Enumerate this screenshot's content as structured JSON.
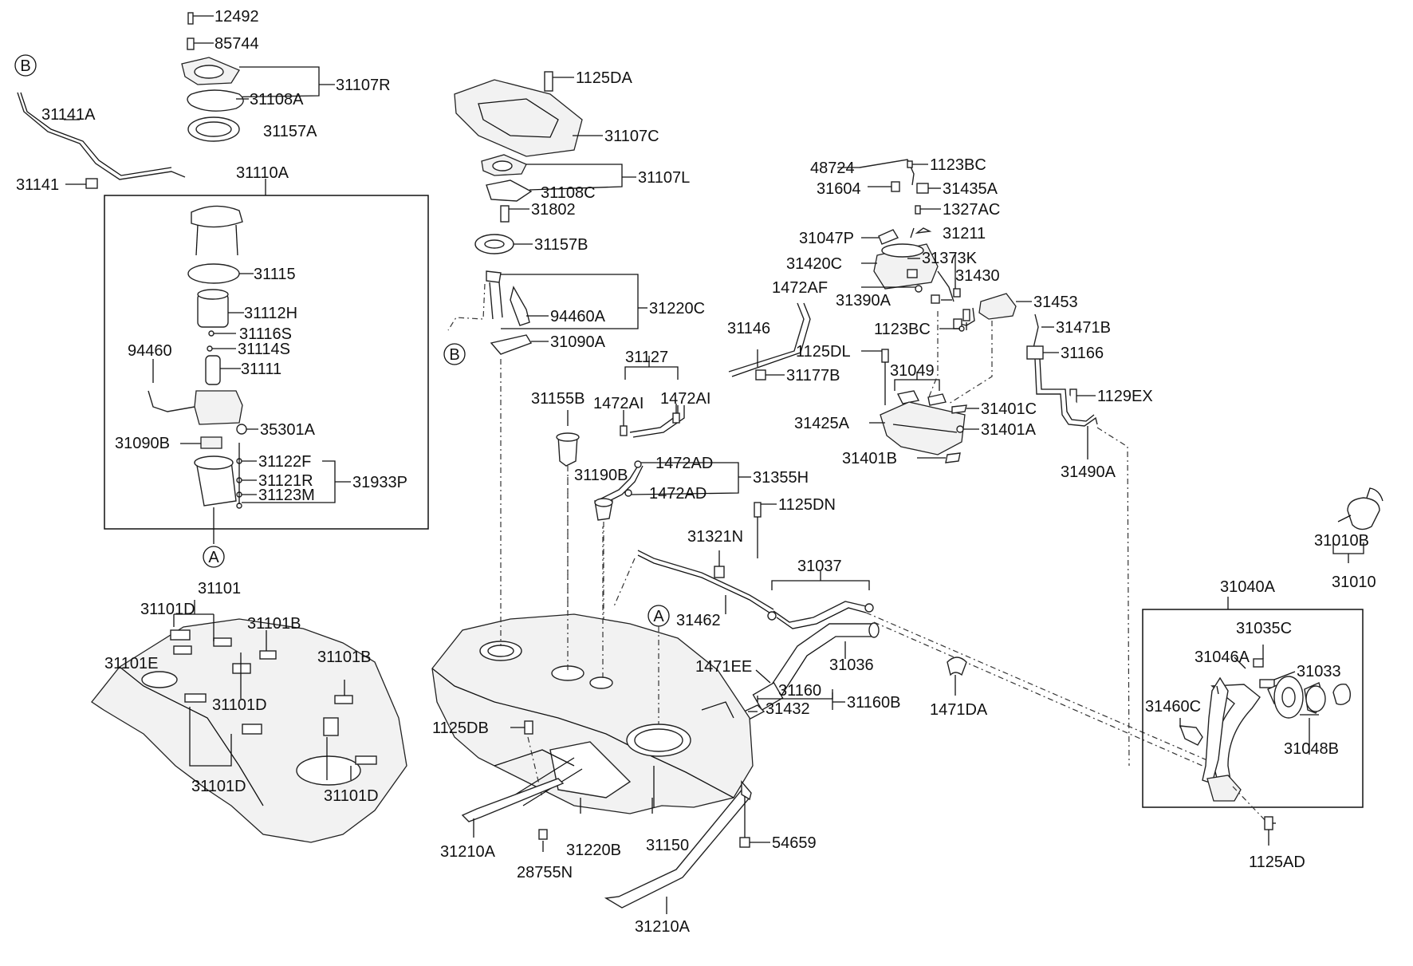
{
  "labels": {
    "l12492": "12492",
    "l85744": "85744",
    "l31107R": "31107R",
    "l31108A": "31108A",
    "l31157A": "31157A",
    "l31141A": "31141A",
    "l31141": "31141",
    "l31110A": "31110A",
    "l31115": "31115",
    "l31112H": "31112H",
    "l31116S": "31116S",
    "l31114S": "31114S",
    "l94460": "94460",
    "l31111": "31111",
    "l35301A": "35301A",
    "l31090B": "31090B",
    "l31122F": "31122F",
    "l31121R": "31121R",
    "l31123M": "31123M",
    "l31933P": "31933P",
    "l31101": "31101",
    "l31101D_a": "31101D",
    "l31101B_a": "31101B",
    "l31101E": "31101E",
    "l31101B_b": "31101B",
    "l31101D_b": "31101D",
    "l31101D_c": "31101D",
    "l31101D_d": "31101D",
    "l1125DA": "1125DA",
    "l31107C": "31107C",
    "l31107L": "31107L",
    "l31108C": "31108C",
    "l31802": "31802",
    "l31157B": "31157B",
    "l94460A": "94460A",
    "l31220C": "31220C",
    "l31090A": "31090A",
    "l31127": "31127",
    "l31146": "31146",
    "l31177B": "31177B",
    "l31155B": "31155B",
    "l1472AI_a": "1472AI",
    "l1472AI_b": "1472AI",
    "l1472AD_a": "1472AD",
    "l31190B": "31190B",
    "l31355H": "31355H",
    "l1472AD_b": "1472AD",
    "l1125DN": "1125DN",
    "l31321N": "31321N",
    "l31037": "31037",
    "l31462": "31462",
    "l31036": "31036",
    "l1471EE": "1471EE",
    "l31160": "31160",
    "l31160B": "31160B",
    "l31432": "31432",
    "l1471DA": "1471DA",
    "l1125DB": "1125DB",
    "l31210A_a": "31210A",
    "l28755N": "28755N",
    "l31220B": "31220B",
    "l31150": "31150",
    "l54659": "54659",
    "l31210A_b": "31210A",
    "l48724": "48724",
    "l31604": "31604",
    "l1123BC_a": "1123BC",
    "l31435A": "31435A",
    "l1327AC": "1327AC",
    "l31047P": "31047P",
    "l31211": "31211",
    "l31420C": "31420C",
    "l31373K": "31373K",
    "l1472AF": "1472AF",
    "l31430": "31430",
    "l31390A": "31390A",
    "l31453": "31453",
    "l1123BC_b": "1123BC",
    "l31471B": "31471B",
    "l1125DL": "1125DL",
    "l31166": "31166",
    "l31049": "31049",
    "l1129EX": "1129EX",
    "l31401C": "31401C",
    "l31425A": "31425A",
    "l31401A": "31401A",
    "l31401B": "31401B",
    "l31490A": "31490A",
    "l31010B": "31010B",
    "l31010": "31010",
    "l31040A": "31040A",
    "l31035C": "31035C",
    "l31046A": "31046A",
    "l31033": "31033",
    "l31460C": "31460C",
    "l31048B": "31048B",
    "l1125AD": "1125AD"
  },
  "callouts": {
    "A": "A",
    "B": "B"
  }
}
